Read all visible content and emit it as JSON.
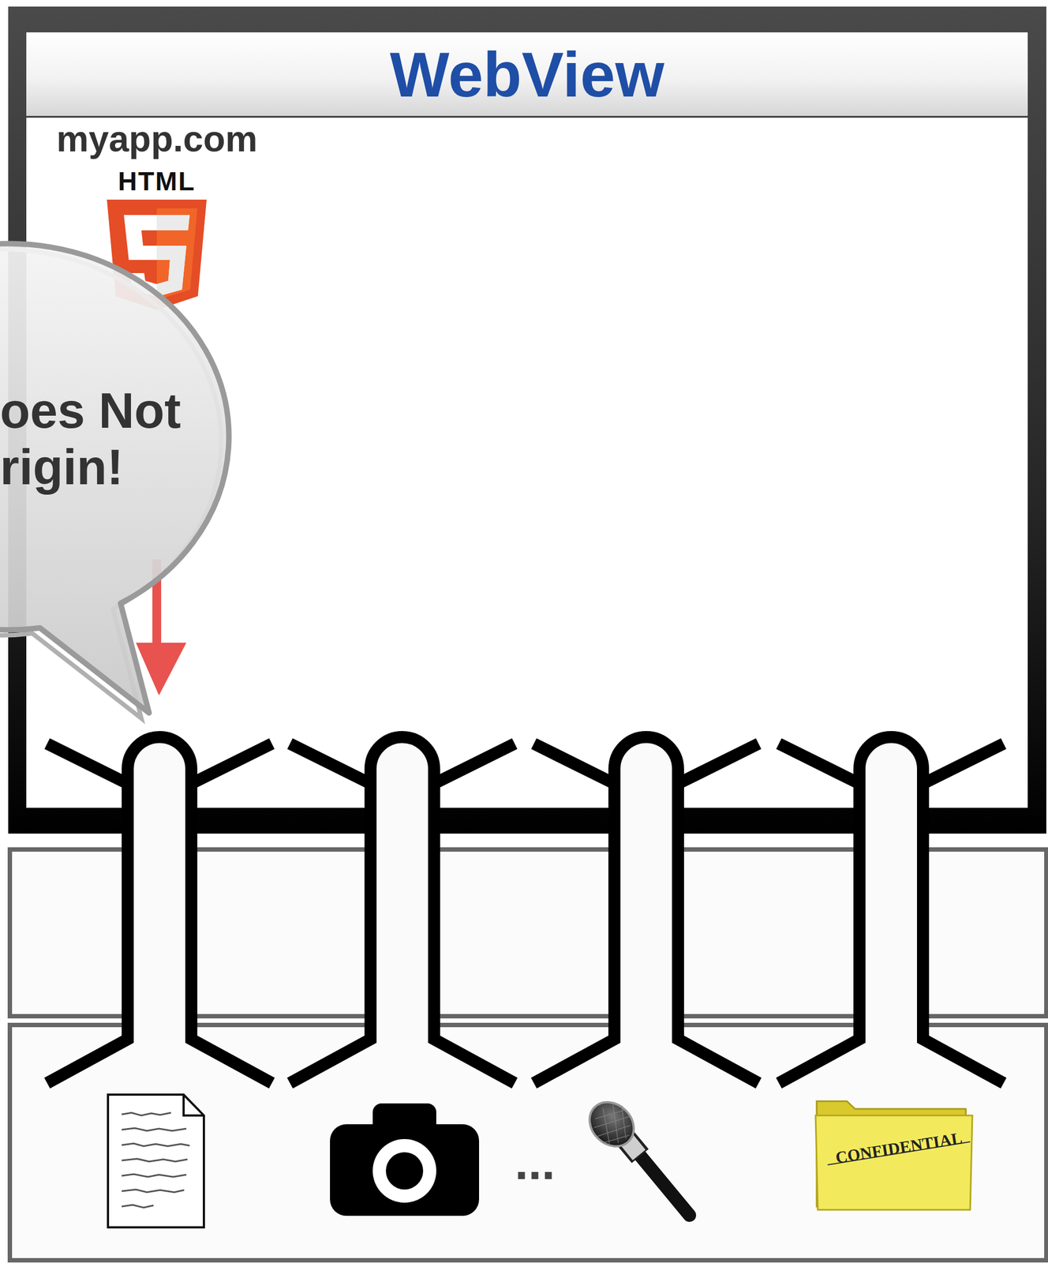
{
  "diagram": {
    "nodes": [
      {
        "text": [
          "WebView"
        ]
      },
      {
        "text": [
          "oes Not rigin!"
        ]
      }
    ],
    "labels": [
      "myapp.com",
      "HTML",
      "...",
      "CONFIDENTIAL"
    ]
  }
}
